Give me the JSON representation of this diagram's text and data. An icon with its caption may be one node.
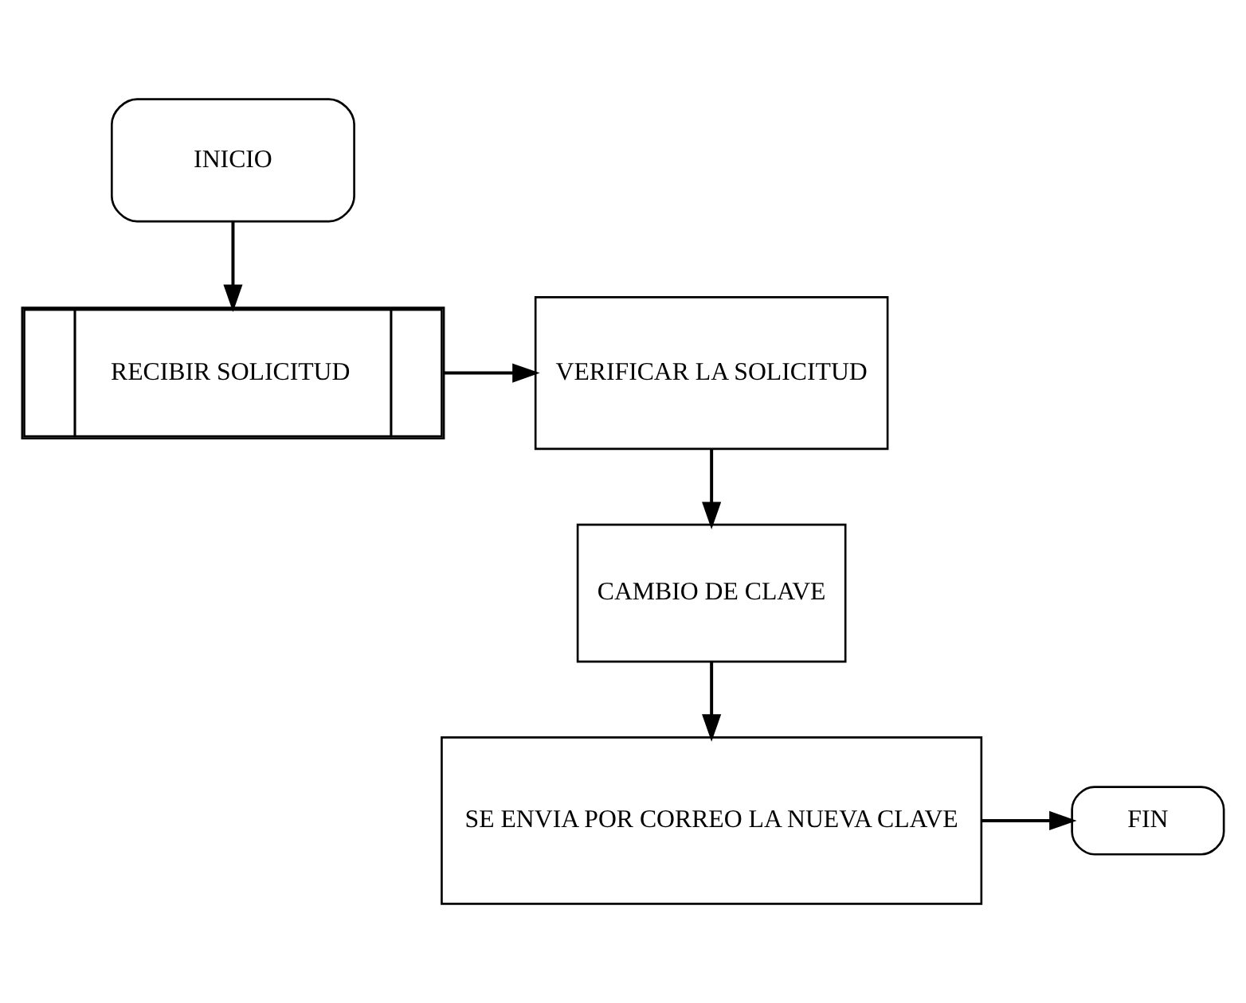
{
  "diagram": {
    "nodes": [
      {
        "text": [
          "INICIO"
        ]
      },
      {
        "text": [
          "RECIBIR SOLICITUD"
        ]
      },
      {
        "text": [
          "VERIFICAR LA SOLICITUD"
        ]
      },
      {
        "text": [
          "CAMBIO DE CLAVE"
        ]
      },
      {
        "text": [
          "SE ENVIA POR CORREO LA NUEVA CLAVE"
        ]
      },
      {
        "text": [
          "FIN"
        ]
      }
    ],
    "edges": [
      {
        "from": 0,
        "to": 1,
        "arrow": "to"
      },
      {
        "from": 1,
        "to": 2,
        "arrow": "to"
      },
      {
        "from": 2,
        "to": 3,
        "arrow": "to"
      },
      {
        "from": 3,
        "to": 4,
        "arrow": "to"
      },
      {
        "from": 4,
        "to": 5,
        "arrow": "to"
      }
    ]
  }
}
